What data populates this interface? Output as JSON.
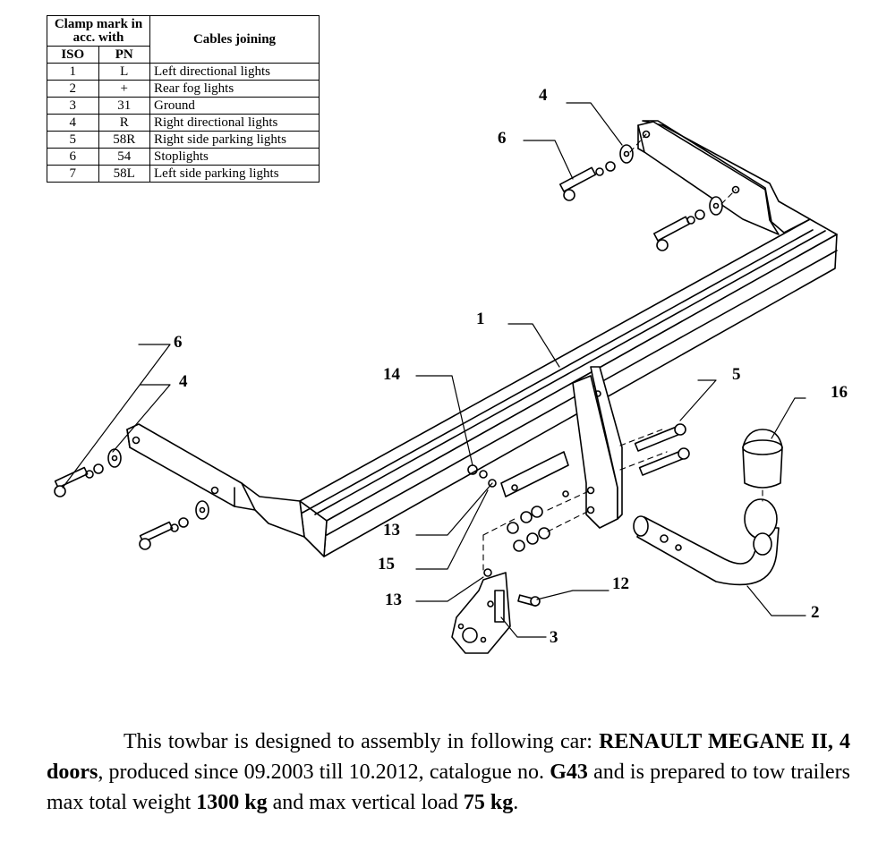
{
  "table": {
    "header_mark": "Clamp mark in acc. with",
    "header_cables": "Cables joining",
    "col_iso": "ISO",
    "col_pn": "PN",
    "rows": [
      {
        "iso": "1",
        "pn": "L",
        "desc": "Left directional lights"
      },
      {
        "iso": "2",
        "pn": "+",
        "desc": "Rear fog lights"
      },
      {
        "iso": "3",
        "pn": "31",
        "desc": "Ground"
      },
      {
        "iso": "4",
        "pn": "R",
        "desc": "Right directional lights"
      },
      {
        "iso": "5",
        "pn": "58R",
        "desc": "Right side parking lights"
      },
      {
        "iso": "6",
        "pn": "54",
        "desc": "Stoplights"
      },
      {
        "iso": "7",
        "pn": "58L",
        "desc": "Left side parking lights"
      }
    ]
  },
  "callouts": {
    "c1": "1",
    "c2": "2",
    "c3": "3",
    "c4a": "4",
    "c4b": "4",
    "c5": "5",
    "c6a": "6",
    "c6b": "6",
    "c12": "12",
    "c13a": "13",
    "c13b": "13",
    "c14": "14",
    "c15": "15",
    "c16": "16"
  },
  "description": {
    "t1": "This towbar is designed to assembly in following car: ",
    "car": "RENAULT MEGANE II, 4 doors",
    "t2": ", produced since 09.2003 till 10.2012, catalogue no. ",
    "catalogue": "G43",
    "t3": " and is prepared to tow trailers max total weight ",
    "weight": "1300 kg",
    "t4": " and max vertical load ",
    "load": "75 kg",
    "t5": "."
  }
}
